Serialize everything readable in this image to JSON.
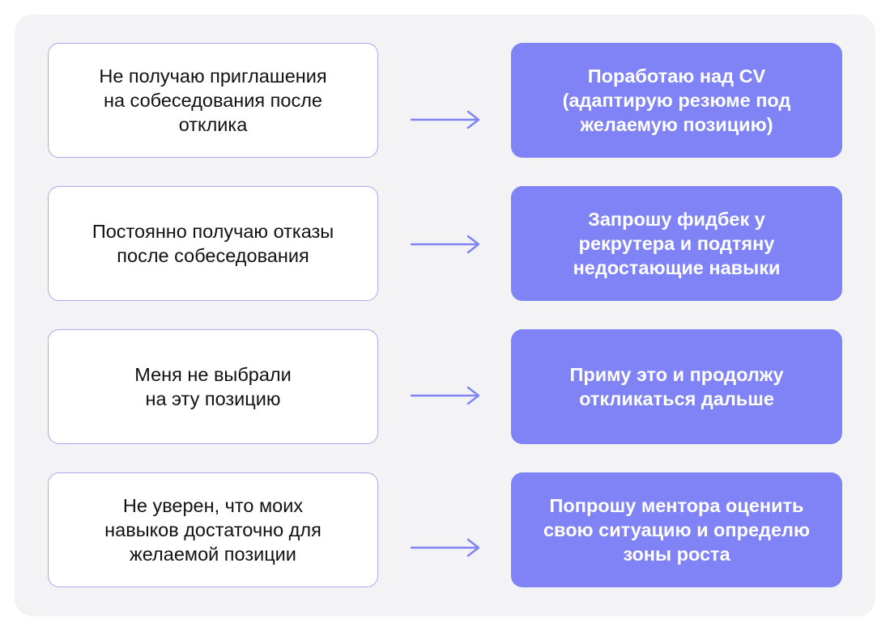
{
  "colors": {
    "panel_background": "#f3f3f5",
    "problem_border": "#a9a9ee",
    "solution_fill": "#7f83f5",
    "arrow": "#7f83f5"
  },
  "rows": [
    {
      "problem": "Не получаю приглашения\nна собеседования после\nотклика",
      "solution": "Поработаю над CV\n(адаптирую резюме под\nжелаемую позицию)"
    },
    {
      "problem": "Постоянно получаю отказы\nпосле собеседования",
      "solution": "Запрошу фидбек у\nрекрутера и подтяну\nнедостающие навыки"
    },
    {
      "problem": "Меня не выбрали\nна эту позицию",
      "solution": "Приму это и продолжу\nоткликаться дальше"
    },
    {
      "problem": "Не уверен, что моих\nнавыков достаточно для\nжелаемой позиции",
      "solution": "Попрошу ментора оценить\nсвою ситуацию и определю\nзоны роста"
    }
  ]
}
